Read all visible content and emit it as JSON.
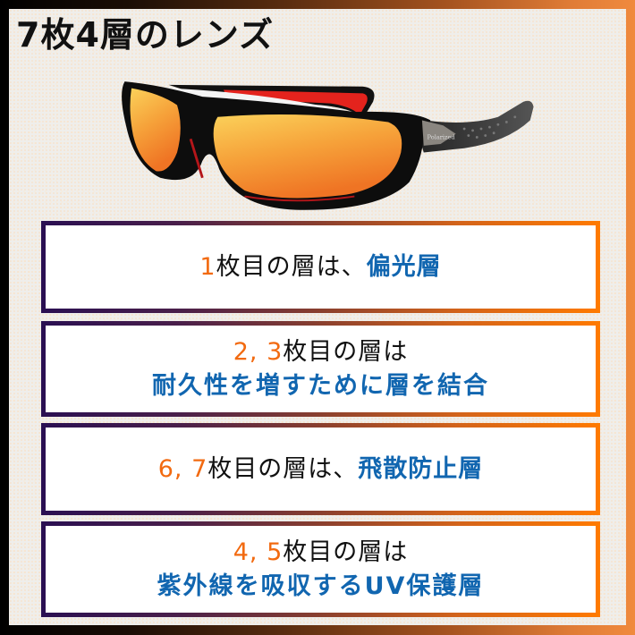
{
  "title": "7枚4層のレンズ",
  "product": {
    "icon": "sunglasses-icon",
    "temple_text": "Polarized",
    "colors": {
      "frame": "#0d0d0d",
      "accent_red": "#e4231d",
      "lens_top": "#f8c14a",
      "lens_bottom": "#f07a2a",
      "temple_grey": "#3b3b3b"
    }
  },
  "layers": [
    {
      "number": "1",
      "text": "枚目の層は、",
      "highlight": "偏光層",
      "second_line": null
    },
    {
      "number": "2, 3",
      "text": "枚目の層は",
      "highlight": null,
      "second_line": "耐久性を増すために層を結合"
    },
    {
      "number": "6, 7",
      "text": "枚目の層は、",
      "highlight": "飛散防止層",
      "second_line": null
    },
    {
      "number": "4, 5",
      "text": "枚目の層は",
      "highlight": null,
      "second_line": "紫外線を吸収するUV保護層"
    }
  ],
  "colors": {
    "number_orange": "#f26a10",
    "highlight_blue": "#1166b0",
    "box_border_start": "#2a0f52",
    "box_border_end": "#ff7a00",
    "frame_start": "#000000",
    "frame_end": "#f08a3e",
    "background": "#efeeeb"
  }
}
